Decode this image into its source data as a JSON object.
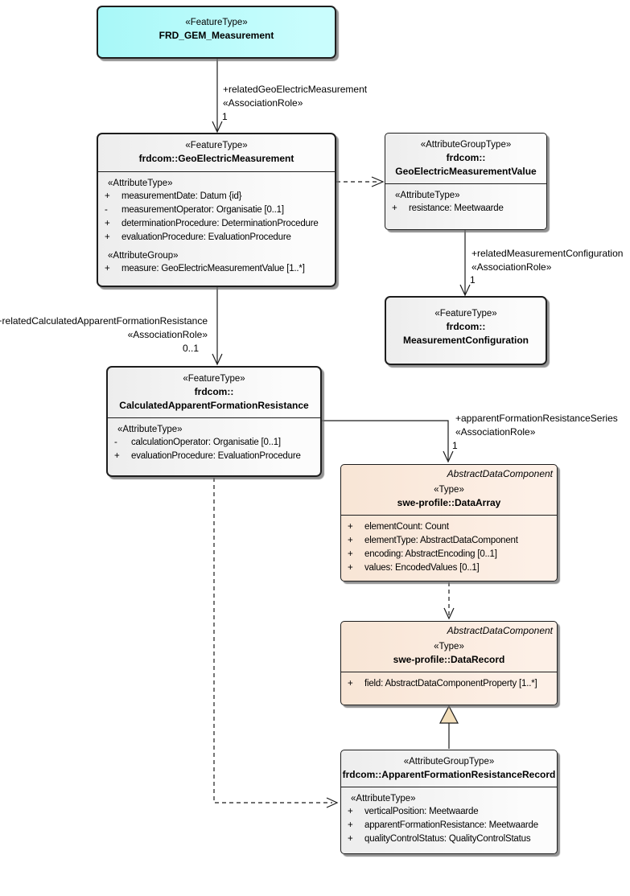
{
  "colors": {
    "node_cyan": "#a8f8f8",
    "node_peach": "#f8e5d5",
    "header_gray": "#ededed",
    "triangle_tan": "#f2debb"
  },
  "nodes": {
    "frd": {
      "stereotype": "«FeatureType»",
      "name": "FRD_GEM_Measurement"
    },
    "gem": {
      "stereotype": "«FeatureType»",
      "name": "frdcom::GeoElectricMeasurement",
      "sections": [
        {
          "heading": "«AttributeType»",
          "rows": [
            {
              "vis": "+",
              "text": "measurementDate: Datum {id}"
            },
            {
              "vis": "-",
              "text": "measurementOperator: Organisatie [0..1]"
            },
            {
              "vis": "+",
              "text": "determinationProcedure: DeterminationProcedure"
            },
            {
              "vis": "+",
              "text": "evaluationProcedure: EvaluationProcedure"
            }
          ]
        },
        {
          "heading": "«AttributeGroup»",
          "rows": [
            {
              "vis": "+",
              "text": "measure: GeoElectricMeasurementValue [1..*]"
            }
          ]
        }
      ]
    },
    "gemv": {
      "stereotype": "«AttributeGroupType»",
      "name_line1": "frdcom::",
      "name_line2": "GeoElectricMeasurementValue",
      "heading": "«AttributeType»",
      "rows": [
        {
          "vis": "+",
          "text": "resistance: Meetwaarde"
        }
      ]
    },
    "mc": {
      "stereotype": "«FeatureType»",
      "name_line1": "frdcom::",
      "name_line2": "MeasurementConfiguration"
    },
    "cafr": {
      "stereotype": "«FeatureType»",
      "name_line1": "frdcom::",
      "name_line2": "CalculatedApparentFormationResistance",
      "heading": "«AttributeType»",
      "rows": [
        {
          "vis": "-",
          "text": "calculationOperator: Organisatie [0..1]"
        },
        {
          "vis": "+",
          "text": "evaluationProcedure: EvaluationProcedure"
        }
      ]
    },
    "data_array": {
      "parent": "AbstractDataComponent",
      "stereotype": "«Type»",
      "name": "swe-profile::DataArray",
      "rows": [
        {
          "vis": "+",
          "text": "elementCount: Count"
        },
        {
          "vis": "+",
          "text": "elementType: AbstractDataComponent"
        },
        {
          "vis": "+",
          "text": "encoding: AbstractEncoding [0..1]"
        },
        {
          "vis": "+",
          "text": "values: EncodedValues [0..1]"
        }
      ]
    },
    "data_record": {
      "parent": "AbstractDataComponent",
      "stereotype": "«Type»",
      "name": "swe-profile::DataRecord",
      "rows": [
        {
          "vis": "+",
          "text": "field: AbstractDataComponentProperty [1..*]"
        }
      ]
    },
    "afrr": {
      "stereotype": "«AttributeGroupType»",
      "name": "frdcom::ApparentFormationResistanceRecord",
      "heading": "«AttributeType»",
      "rows": [
        {
          "vis": "+",
          "text": "verticalPosition: Meetwaarde"
        },
        {
          "vis": "+",
          "text": "apparentFormationResistance: Meetwaarde"
        },
        {
          "vis": "+",
          "text": "qualityControlStatus: QualityControlStatus"
        }
      ]
    }
  },
  "edges": {
    "rel_gem": {
      "role": "+relatedGeoElectricMeasurement",
      "stereotype": "«AssociationRole»",
      "mult": "1"
    },
    "rel_mc": {
      "role": "+relatedMeasurementConfiguration",
      "stereotype": "«AssociationRole»",
      "mult": "1"
    },
    "rel_cafr": {
      "role": "+relatedCalculatedApparentFormationResistance",
      "stereotype": "«AssociationRole»",
      "mult": "0..1"
    },
    "afr_series": {
      "role": "+apparentFormationResistanceSeries",
      "stereotype": "«AssociationRole»",
      "mult": "1"
    }
  }
}
